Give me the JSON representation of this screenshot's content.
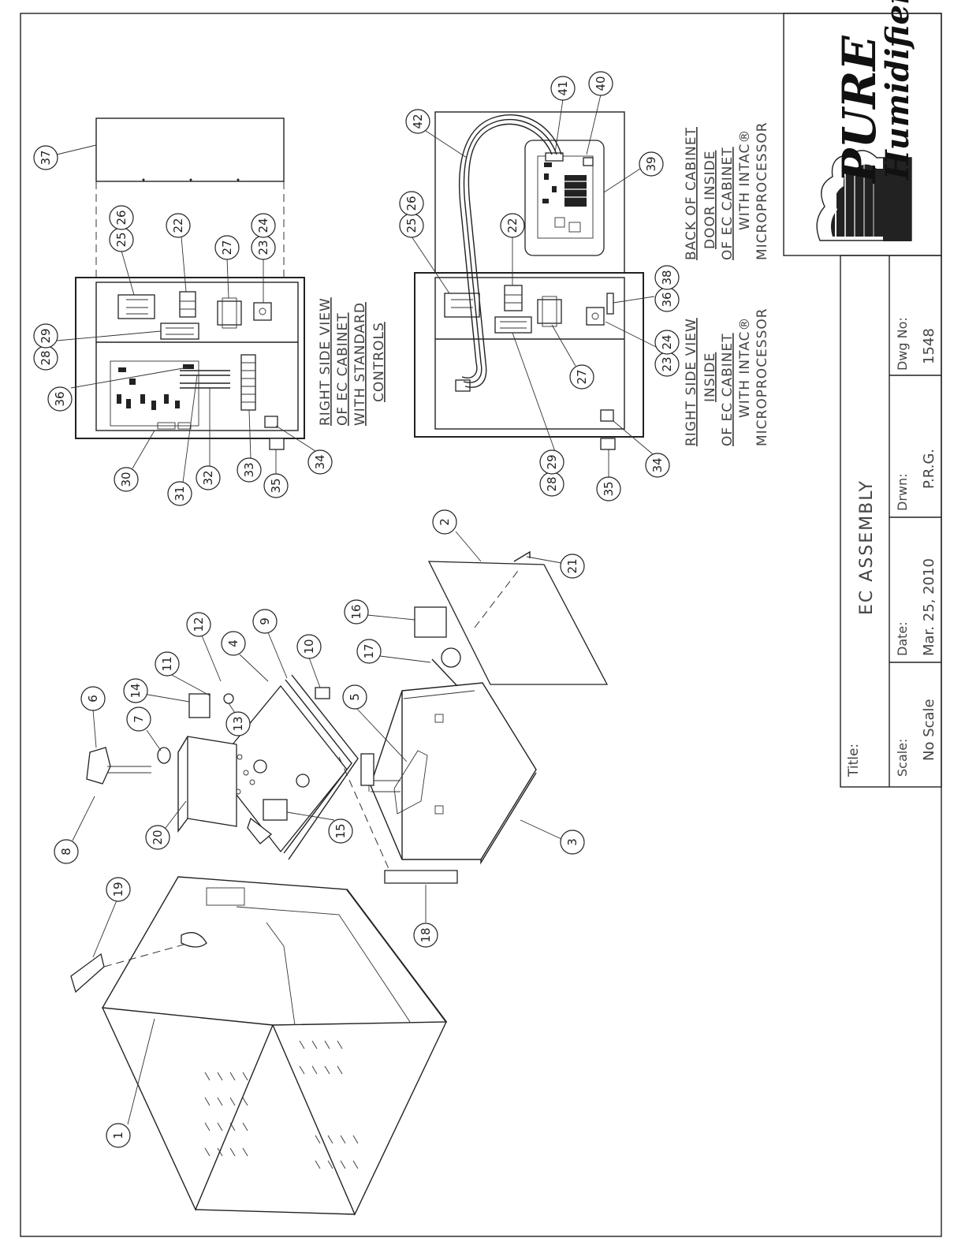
{
  "title_block": {
    "title_label": "Title:",
    "title": "EC ASSEMBLY",
    "scale_label": "Scale:",
    "scale": "No Scale",
    "date_label": "Date:",
    "date": "Mar. 25, 2010",
    "drawn_label": "Drwn:",
    "drawn": "P.R.G.",
    "dwg_label": "Dwg No:",
    "dwg_no": "1548"
  },
  "logo": {
    "word1": "PURE",
    "word2": "Humidifier"
  },
  "view_labels": {
    "standard": [
      "RIGHT SIDE VIEW",
      "OF EC CABINET",
      "WITH STANDARD",
      "CONTROLS"
    ],
    "intac_inside": [
      "RIGHT SIDE VIEW",
      "INSIDE",
      "OF EC CABINET",
      "WITH INTAC®",
      "MICROPROCESSOR"
    ],
    "intac_door": [
      "BACK OF CABINET",
      "DOOR INSIDE",
      "OF EC CABINET",
      "WITH INTAC®",
      "MICROPROCESSOR"
    ]
  },
  "callouts": [
    "1",
    "2",
    "3",
    "4",
    "5",
    "6",
    "7",
    "8",
    "9",
    "10",
    "11",
    "12",
    "13",
    "14",
    "15",
    "16",
    "17",
    "18",
    "19",
    "20",
    "21",
    "22",
    "22",
    "23",
    "24",
    "23",
    "24",
    "25",
    "26",
    "25",
    "26",
    "27",
    "27",
    "28",
    "29",
    "28",
    "29",
    "30",
    "31",
    "32",
    "33",
    "34",
    "34",
    "35",
    "35",
    "36",
    "36",
    "38",
    "37",
    "39",
    "40",
    "41",
    "42"
  ]
}
